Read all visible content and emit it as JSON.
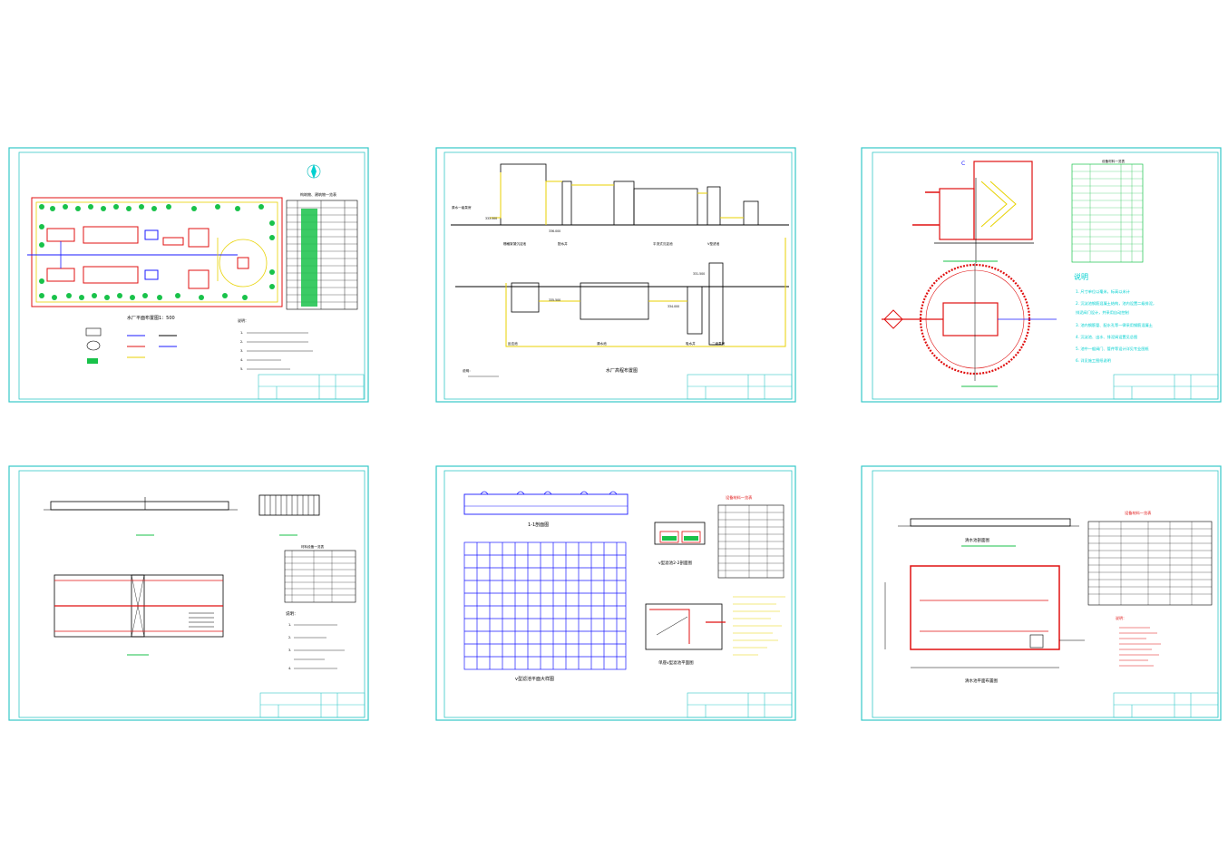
{
  "sheets": [
    {
      "id": "site-plan",
      "title": "水厂平面布置图1：500",
      "table_title": "构筑物、建筑物一览表",
      "notes_title": "说明：",
      "notes": [
        "1.",
        "2.",
        "3.",
        "4.",
        "5."
      ]
    },
    {
      "id": "elevation",
      "title": "水厂高程布置图",
      "labels": [
        "原水一级泵房",
        "平流式沉淀池",
        "栅格絮凝沉淀池",
        "V型滤池",
        "清水池",
        "二级泵房",
        "配水井",
        "反应池",
        "吸水井"
      ],
      "elevations": [
        "333.500",
        "336.000",
        "335.500",
        "334.000",
        "331.500"
      ],
      "notes_title": "说明："
    },
    {
      "id": "sedimentation",
      "label_c": "C",
      "table_title": "设备材料一览表",
      "notes_title": "说明",
      "notes": [
        "1. 尺寸单位以毫米，标高以米计",
        "2. 沉淀池钢筋混凝土结构，池内设置二级排泥，",
        "   排泥阀门设计，并采用自动控制",
        "3. 池内钢筋管、配水孔等一律采用钢筋混凝土",
        "4. 沉淀池、出水、排泥阀设置见总图",
        "5. 池中一般阀门、管件等设计详见专业图纸",
        "6. 详见施工图纸说明"
      ]
    },
    {
      "id": "filter-long",
      "table_title": "材料设备一览表",
      "notes_title": "说明：",
      "notes": [
        "1.",
        "2.",
        "3.",
        "4."
      ]
    },
    {
      "id": "v-filter",
      "section_1": "1-1剖面图",
      "section_2": "v型滤池2-2剖面图",
      "plan_big": "v型滤池平面大样图",
      "plan_single": "单座v型滤池平面图",
      "table_title": "设备材料一览表"
    },
    {
      "id": "clear-water",
      "section": "清水池剖面图",
      "plan": "清水池平面布置图",
      "table_title": "设备材料一览表",
      "notes_title": "说明："
    }
  ]
}
